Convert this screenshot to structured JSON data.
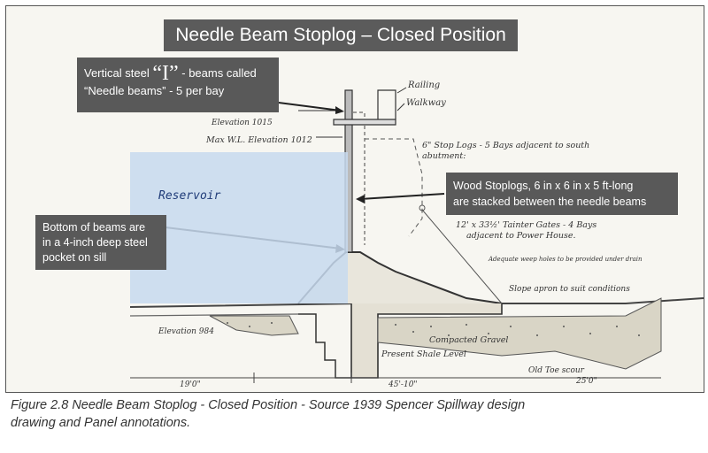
{
  "title": "Needle Beam Stoplog – Closed Position",
  "callouts": {
    "needle_prefix": "Vertical steel",
    "needle_big": "“I”",
    "needle_suffix": "- beams called",
    "needle_line2": "“Needle beams” - 5 per bay",
    "wood_line1": "Wood Stoplogs, 6 in x 6 in x 5 ft-long",
    "wood_line2": "are stacked between the needle beams",
    "bottom_line1": "Bottom of beams are",
    "bottom_line2": "in a 4-inch deep steel",
    "bottom_line3": "pocket on sill"
  },
  "reservoir_label": "Reservoir",
  "drawing_labels": {
    "railing": "Railing",
    "walkway": "Walkway",
    "elevation_1015": "Elevation 1015",
    "max_wl": "Max W.L. Elevation 1012",
    "stop_logs_1": "6\" Stop Logs - 5 Bays adjacent to south",
    "stop_logs_2": "abutment:",
    "tainter_1": "12' x 33½' Tainter Gates - 4 Bays",
    "tainter_2": "adjacent to Power House.",
    "weep_holes": "Adequate weep holes to be provided under drain",
    "slope_apron": "Slope apron to suit conditions",
    "elevation_984": "Elevation 984",
    "compacted_gravel": "Compacted Gravel",
    "present_shale": "Present Shale Level",
    "old_toe_1": "Old Toe scour",
    "old_toe_2": "25'0\"",
    "dim_19": "19'0\"",
    "dim_45": "45'-10\""
  },
  "caption_line1": "Figure 2.8 Needle Beam Stoplog - Closed Position - Source 1939 Spencer Spillway design",
  "caption_line2": "drawing and Panel annotations.",
  "colors": {
    "annotation_box": "#595959",
    "reservoir": "#c7d9ee",
    "paper": "#f7f6f1"
  }
}
